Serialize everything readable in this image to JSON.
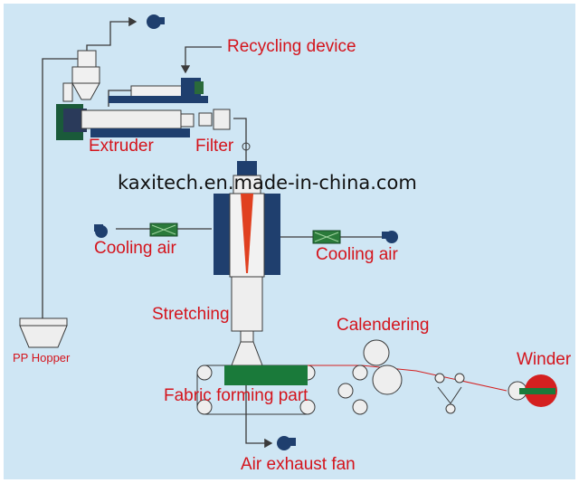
{
  "labels": {
    "recycling_device": "Recycling device",
    "extruder": "Extruder",
    "filter": "Filter",
    "cooling_air_left": "Cooling air",
    "cooling_air_right": "Cooling air",
    "stretching": "Stretching",
    "pp_hopper": "PP Hopper",
    "calendering": "Calendering",
    "winder": "Winder",
    "fabric_forming_part": "Fabric forming part",
    "air_exhaust_fan": "Air exhaust fan"
  },
  "watermark": "kaxitech.en.made-in-china.com",
  "colors": {
    "background": "#cfe6f4",
    "label_text": "#d4141c",
    "line": "#3a3a3a",
    "machine_dark": "#1f3f6e",
    "machine_green": "#1a7a3a",
    "filament": "#e04020",
    "winder_red": "#d42020"
  },
  "icons": [
    "fan-icon",
    "hopper-icon",
    "extruder-icon",
    "filter-icon",
    "spinning-box-icon",
    "cooling-unit-icon",
    "calender-rolls-icon",
    "winder-roll-icon"
  ]
}
